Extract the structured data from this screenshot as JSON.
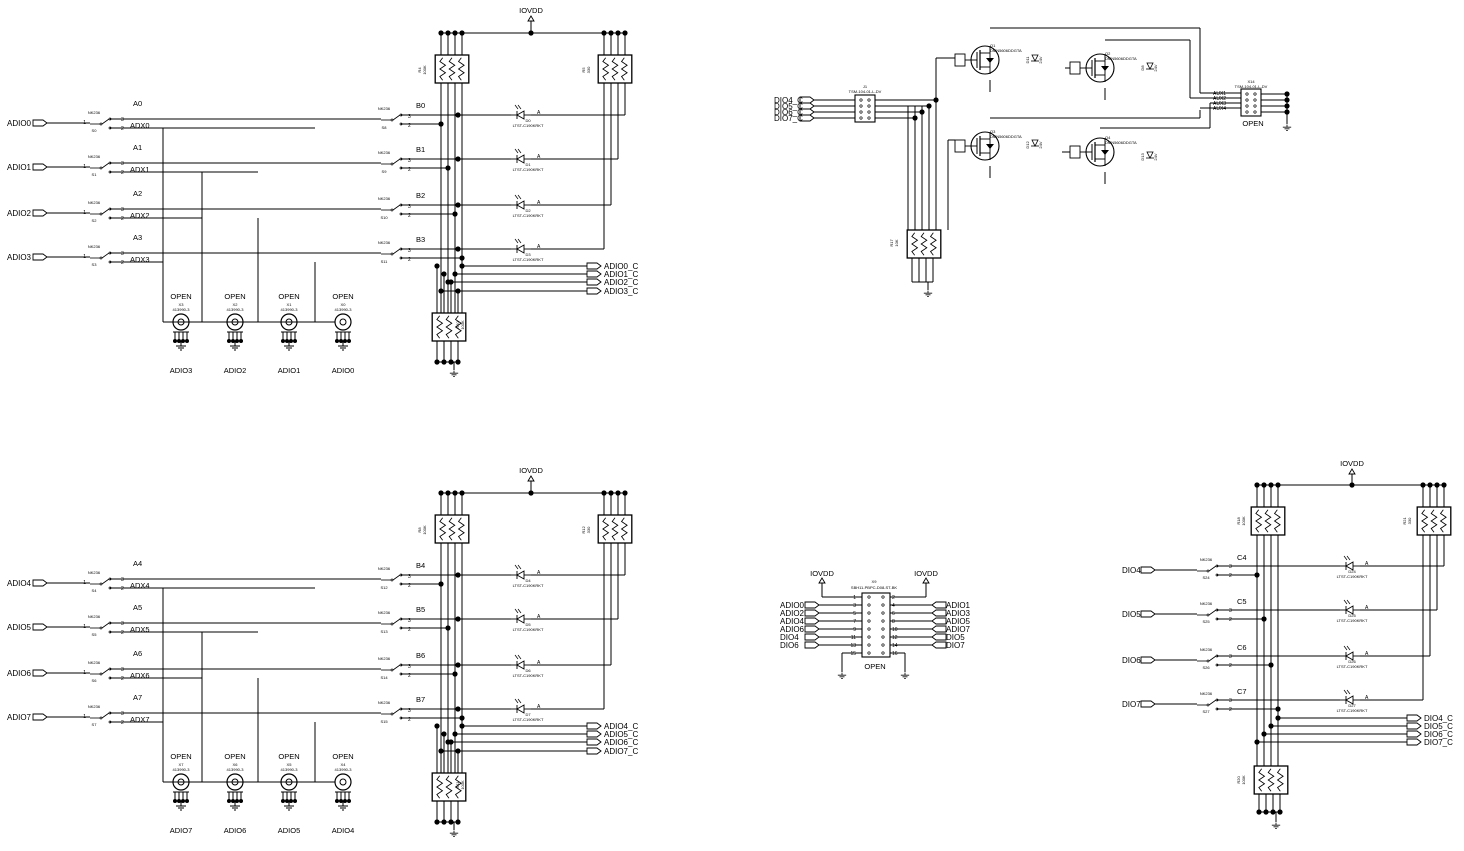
{
  "power": {
    "iovdd": "IOVDD"
  },
  "quads": [
    {
      "inputs": [
        "ADIO0",
        "ADIO1",
        "ADIO2",
        "ADIO3"
      ],
      "a_labels": [
        "A0",
        "A1",
        "A2",
        "A3"
      ],
      "adx_labels": [
        "ADX0",
        "ADX1",
        "ADX2",
        "ADX3"
      ],
      "s_left": [
        "S0",
        "S1",
        "S2",
        "S3"
      ],
      "b_labels": [
        "B0",
        "B1",
        "B2",
        "B3"
      ],
      "s_right": [
        "S8",
        "S9",
        "S10",
        "S11"
      ],
      "leds": [
        "D0",
        "D1",
        "D2",
        "D3"
      ],
      "outputs": [
        "ADIO0_C",
        "ADIO1_C",
        "ADIO2_C",
        "ADIO3_C"
      ],
      "bnc_refs": [
        "X3",
        "X2",
        "X1",
        "X0"
      ],
      "bnc_bottom": [
        "ADIO3",
        "ADIO2",
        "ADIO1",
        "ADIO0"
      ],
      "r_top_left": {
        "ref": "R4",
        "value": "100K"
      },
      "r_top_right": {
        "ref": "R5",
        "value": "330"
      },
      "r_bottom": {
        "ref": "R10",
        "value": "100K"
      }
    },
    {
      "inputs": [
        "ADIO4",
        "ADIO5",
        "ADIO6",
        "ADIO7"
      ],
      "a_labels": [
        "A4",
        "A5",
        "A6",
        "A7"
      ],
      "adx_labels": [
        "ADX4",
        "ADX5",
        "ADX6",
        "ADX7"
      ],
      "s_left": [
        "S4",
        "S5",
        "S6",
        "S7"
      ],
      "b_labels": [
        "B4",
        "B5",
        "B6",
        "B7"
      ],
      "s_right": [
        "S12",
        "S13",
        "S14",
        "S15"
      ],
      "leds": [
        "D4",
        "D5",
        "D6",
        "D7"
      ],
      "outputs": [
        "ADIO4_C",
        "ADIO5_C",
        "ADIO6_C",
        "ADIO7_C"
      ],
      "bnc_refs": [
        "X7",
        "X6",
        "X5",
        "X4"
      ],
      "bnc_bottom": [
        "ADIO7",
        "ADIO6",
        "ADIO5",
        "ADIO4"
      ],
      "r_top_left": {
        "ref": "R8",
        "value": "100K"
      },
      "r_top_right": {
        "ref": "R12",
        "value": "330"
      },
      "r_bottom": {
        "ref": "R11",
        "value": "100K"
      }
    }
  ],
  "parts": {
    "switch": "NK236",
    "led": "LTST-C190KRKT",
    "bnc_label": "OPEN",
    "bnc_part": "413990-3",
    "led_pin": "A"
  },
  "mosfet_block": {
    "header_j1": {
      "ref": "J1",
      "part": "TSM-104-01-L-DV"
    },
    "header_x14": {
      "ref": "X14",
      "part": "TSM-104-01-L-DV",
      "label": "OPEN"
    },
    "dio_inputs": [
      "DIO4_C",
      "DIO5_C",
      "DIO6_C",
      "DIO7_C"
    ],
    "aux_outputs": [
      "AUX1",
      "AUX2",
      "AUX3",
      "AUX4"
    ],
    "fets": [
      {
        "ref": "Q1",
        "part": "DMN5606DDGTA"
      },
      {
        "ref": "Q2",
        "part": "DMN5606DDGTA"
      },
      {
        "ref": "Q3",
        "part": "DMN5606DDGTA"
      },
      {
        "ref": "Q4",
        "part": "DMN5606DDGTA"
      }
    ],
    "zeners": [
      "D11",
      "D8",
      "D12",
      "D13"
    ],
    "zener_value": "24V",
    "r_network": {
      "ref": "R17",
      "value": "10K"
    }
  },
  "center_header": {
    "ref": "X9",
    "part": "SBH11-PBPC-D08-ST-BK",
    "label": "OPEN",
    "left_labels": [
      "ADIO0",
      "ADIO2",
      "ADIO4",
      "ADIO6",
      "DIO4",
      "DIO6"
    ],
    "right_labels": [
      "ADIO1",
      "ADIO3",
      "ADIO5",
      "ADIO7",
      "DIO5",
      "DIO7"
    ],
    "left_pins": [
      "1",
      "3",
      "5",
      "7",
      "9",
      "11",
      "13",
      "15"
    ],
    "right_pins": [
      "2",
      "4",
      "6",
      "8",
      "10",
      "12",
      "14",
      "16"
    ]
  },
  "c_block": {
    "inputs": [
      "DIO4",
      "DIO5",
      "DIO6",
      "DIO7"
    ],
    "c_labels": [
      "C4",
      "C5",
      "C6",
      "C7"
    ],
    "s_refs": [
      "S24",
      "S25",
      "S26",
      "S27"
    ],
    "leds": [
      "D24",
      "D25",
      "D26",
      "D27"
    ],
    "outputs": [
      "DIO4_C",
      "DIO5_C",
      "DIO6_C",
      "DIO7_C"
    ],
    "r_top_left": {
      "ref": "R18",
      "value": "100K"
    },
    "r_top_right": {
      "ref": "R21",
      "value": "330"
    },
    "r_bottom": {
      "ref": "R20",
      "value": "100K"
    }
  },
  "colors": {
    "line": "#000000",
    "background": "#ffffff"
  }
}
